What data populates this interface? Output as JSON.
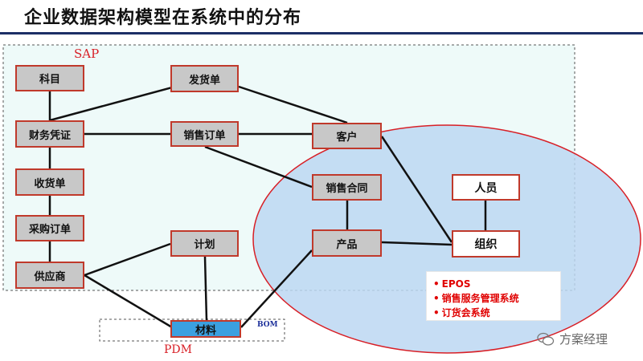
{
  "title": "企业数据架构模型在系统中的分布",
  "labels": {
    "sap": "SAP",
    "pdm": "PDM",
    "bom": "BOM"
  },
  "nodes": {
    "kemu": "科目",
    "caiwupingzheng": "财务凭证",
    "shouhuodan": "收货单",
    "caigoudingdan": "采购订单",
    "gongyingshang": "供应商",
    "fahuodan": "发货单",
    "xiaoshoudingdan": "销售订单",
    "jihua": "计划",
    "cailiao": "材料",
    "kehu": "客户",
    "xiaoshouhetong": "销售合同",
    "chanpin": "产品",
    "renyuan": "人员",
    "zuzhi": "组织"
  },
  "systems": [
    "EPOS",
    "销售服务管理系统",
    "订货会系统"
  ],
  "watermark": "方案经理",
  "colors": {
    "accent_red": "#d81f26",
    "node_border": "#c0392b",
    "ellipse_fill": "#bcd7f2",
    "material_fill": "#3ba0e0"
  }
}
